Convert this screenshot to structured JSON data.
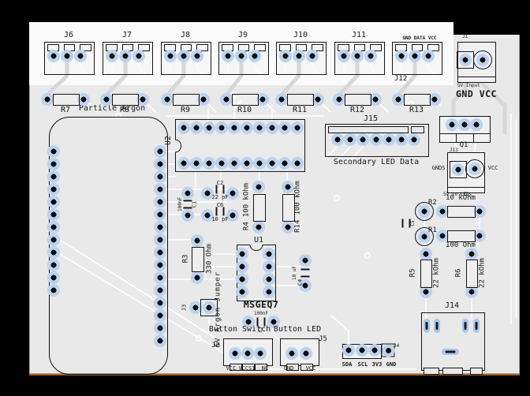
{
  "colors": {
    "background": "#000000",
    "board": "#e9e9e9",
    "band": "#fafafa",
    "silkscreen": "#161616",
    "pad_halo": "#bcd2ee",
    "pad_hole": "#0c0c0c",
    "trace": "#ffffff",
    "wide_trace": "#d7d7d7",
    "edge_cut": "#a35c28"
  },
  "module": {
    "ref": "Particle Argon",
    "left_pins": 12,
    "right_pins": 16
  },
  "top_connectors": [
    {
      "ref": "J6",
      "pins": 3
    },
    {
      "ref": "J7",
      "pins": 3
    },
    {
      "ref": "J8",
      "pins": 3
    },
    {
      "ref": "J9",
      "pins": 3
    },
    {
      "ref": "J10",
      "pins": 3
    },
    {
      "ref": "J11",
      "pins": 3
    }
  ],
  "j12": {
    "ref": "J12",
    "pins": 3,
    "pin_labels": "GND DATA VCC"
  },
  "j1": {
    "ref": "J1",
    "caption": "5V Input",
    "power_label": "GND VCC"
  },
  "resistors_row": [
    {
      "ref": "R7"
    },
    {
      "ref": "R8"
    },
    {
      "ref": "R9"
    },
    {
      "ref": "R10"
    },
    {
      "ref": "R11"
    },
    {
      "ref": "R12"
    },
    {
      "ref": "R13"
    }
  ],
  "u2": {
    "ref": "U2",
    "pins_per_row": 10
  },
  "j15": {
    "ref": "J15",
    "pins": 7,
    "caption": "Secondary LED Data"
  },
  "q1": {
    "ref": "Q1",
    "pins": 3
  },
  "j13": {
    "ref": "J13",
    "left_pin": "GNDS",
    "right_pin": "VCC",
    "caption": "5V to LEDs"
  },
  "r2": {
    "ref": "R2",
    "value": "10 kOhm"
  },
  "r1": {
    "ref": "R1",
    "value": "100 Ohm"
  },
  "c5": {
    "ref": "C5"
  },
  "r5": {
    "ref": "R5",
    "value": "22 kOhm"
  },
  "r6": {
    "ref": "R6",
    "value": "22 kOhm"
  },
  "r4": {
    "ref": "R4",
    "value": "100 kOhm"
  },
  "r14": {
    "ref": "R14",
    "value": "100 kOhm"
  },
  "r3": {
    "ref": "R3",
    "value": "330 Ohm"
  },
  "c1": {
    "ref": "C1",
    "value": "100nF"
  },
  "c2": {
    "ref": "C2",
    "value": "22 pF"
  },
  "c6": {
    "ref": "C6",
    "value": "10 pF"
  },
  "c4": {
    "ref": "C4",
    "value": "10 uF"
  },
  "c3": {
    "ref": "C3",
    "value": "100nF"
  },
  "u1": {
    "ref": "U1",
    "part": "MSGEQ7",
    "pins_per_side": 4
  },
  "j3": {
    "ref": "J3"
  },
  "jumper_note": "5V Argon Jumper",
  "j2": {
    "ref": "J2",
    "caption": "Button Switch",
    "pin_labels": [
      "VCC",
      "VCCS1",
      "NC"
    ]
  },
  "j5": {
    "ref": "J5",
    "caption": "Button LED",
    "pin_labels": [
      "GND",
      "VCC"
    ]
  },
  "j4": {
    "ref": "J4",
    "pin_labels": [
      "SDA",
      "SCL",
      "3V3",
      "GND"
    ]
  },
  "j14": {
    "ref": "J14"
  }
}
